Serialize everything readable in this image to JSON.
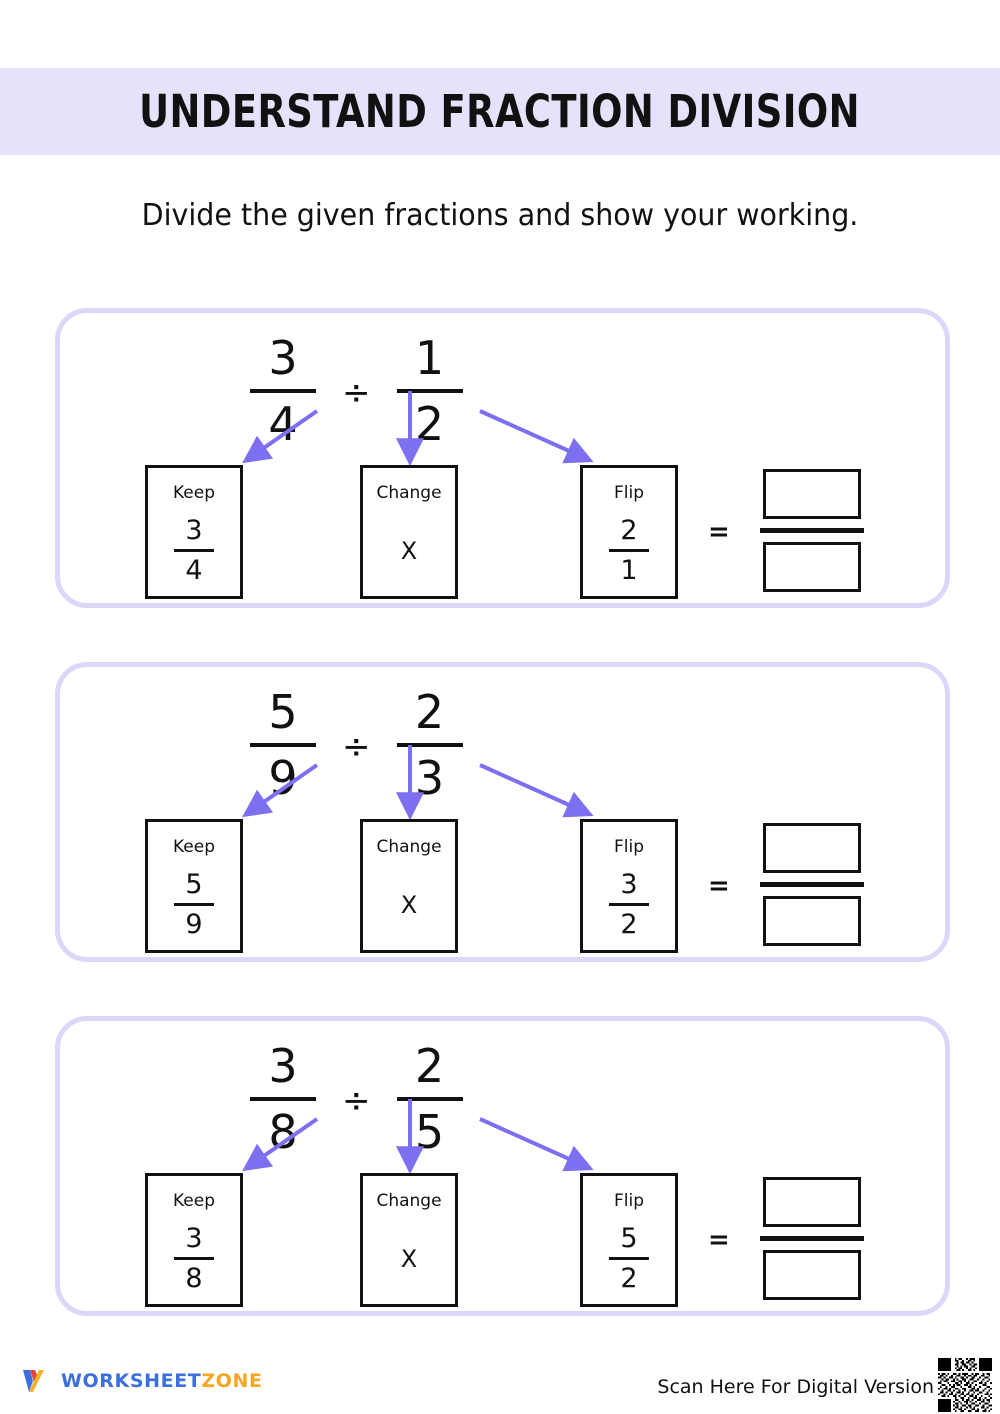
{
  "header": {
    "title": "UNDERSTAND FRACTION DIVISION",
    "band_color": "#E7E1FC"
  },
  "instruction": "Divide the given fractions and show your working.",
  "labels": {
    "keep": "Keep",
    "change": "Change",
    "flip": "Flip",
    "divide_symbol": "÷",
    "multiply_symbol": "X",
    "equals_symbol": "="
  },
  "colors": {
    "arrow": "#7C6FF0",
    "card_border": "#DCD6F8",
    "ink": "#111111"
  },
  "problems": [
    {
      "index": "1",
      "expression": {
        "left": {
          "numerator": "3",
          "denominator": "4"
        },
        "operator": "÷",
        "right": {
          "numerator": "1",
          "denominator": "2"
        }
      },
      "keep": {
        "label": "Keep",
        "numerator": "3",
        "denominator": "4"
      },
      "change": {
        "label": "Change",
        "operator": "X"
      },
      "flip": {
        "label": "Flip",
        "numerator": "2",
        "denominator": "1"
      },
      "answer": {
        "numerator": "",
        "denominator": ""
      }
    },
    {
      "index": "2",
      "expression": {
        "left": {
          "numerator": "5",
          "denominator": "9"
        },
        "operator": "÷",
        "right": {
          "numerator": "2",
          "denominator": "3"
        }
      },
      "keep": {
        "label": "Keep",
        "numerator": "5",
        "denominator": "9"
      },
      "change": {
        "label": "Change",
        "operator": "X"
      },
      "flip": {
        "label": "Flip",
        "numerator": "3",
        "denominator": "2"
      },
      "answer": {
        "numerator": "",
        "denominator": ""
      }
    },
    {
      "index": "3",
      "expression": {
        "left": {
          "numerator": "3",
          "denominator": "8"
        },
        "operator": "÷",
        "right": {
          "numerator": "2",
          "denominator": "5"
        }
      },
      "keep": {
        "label": "Keep",
        "numerator": "3",
        "denominator": "8"
      },
      "change": {
        "label": "Change",
        "operator": "X"
      },
      "flip": {
        "label": "Flip",
        "numerator": "5",
        "denominator": "2"
      },
      "answer": {
        "numerator": "",
        "denominator": ""
      }
    }
  ],
  "footer": {
    "logo_part1": "WORKSHEET",
    "logo_part2": "ZONE",
    "scan_text": "Scan Here For Digital Version"
  }
}
